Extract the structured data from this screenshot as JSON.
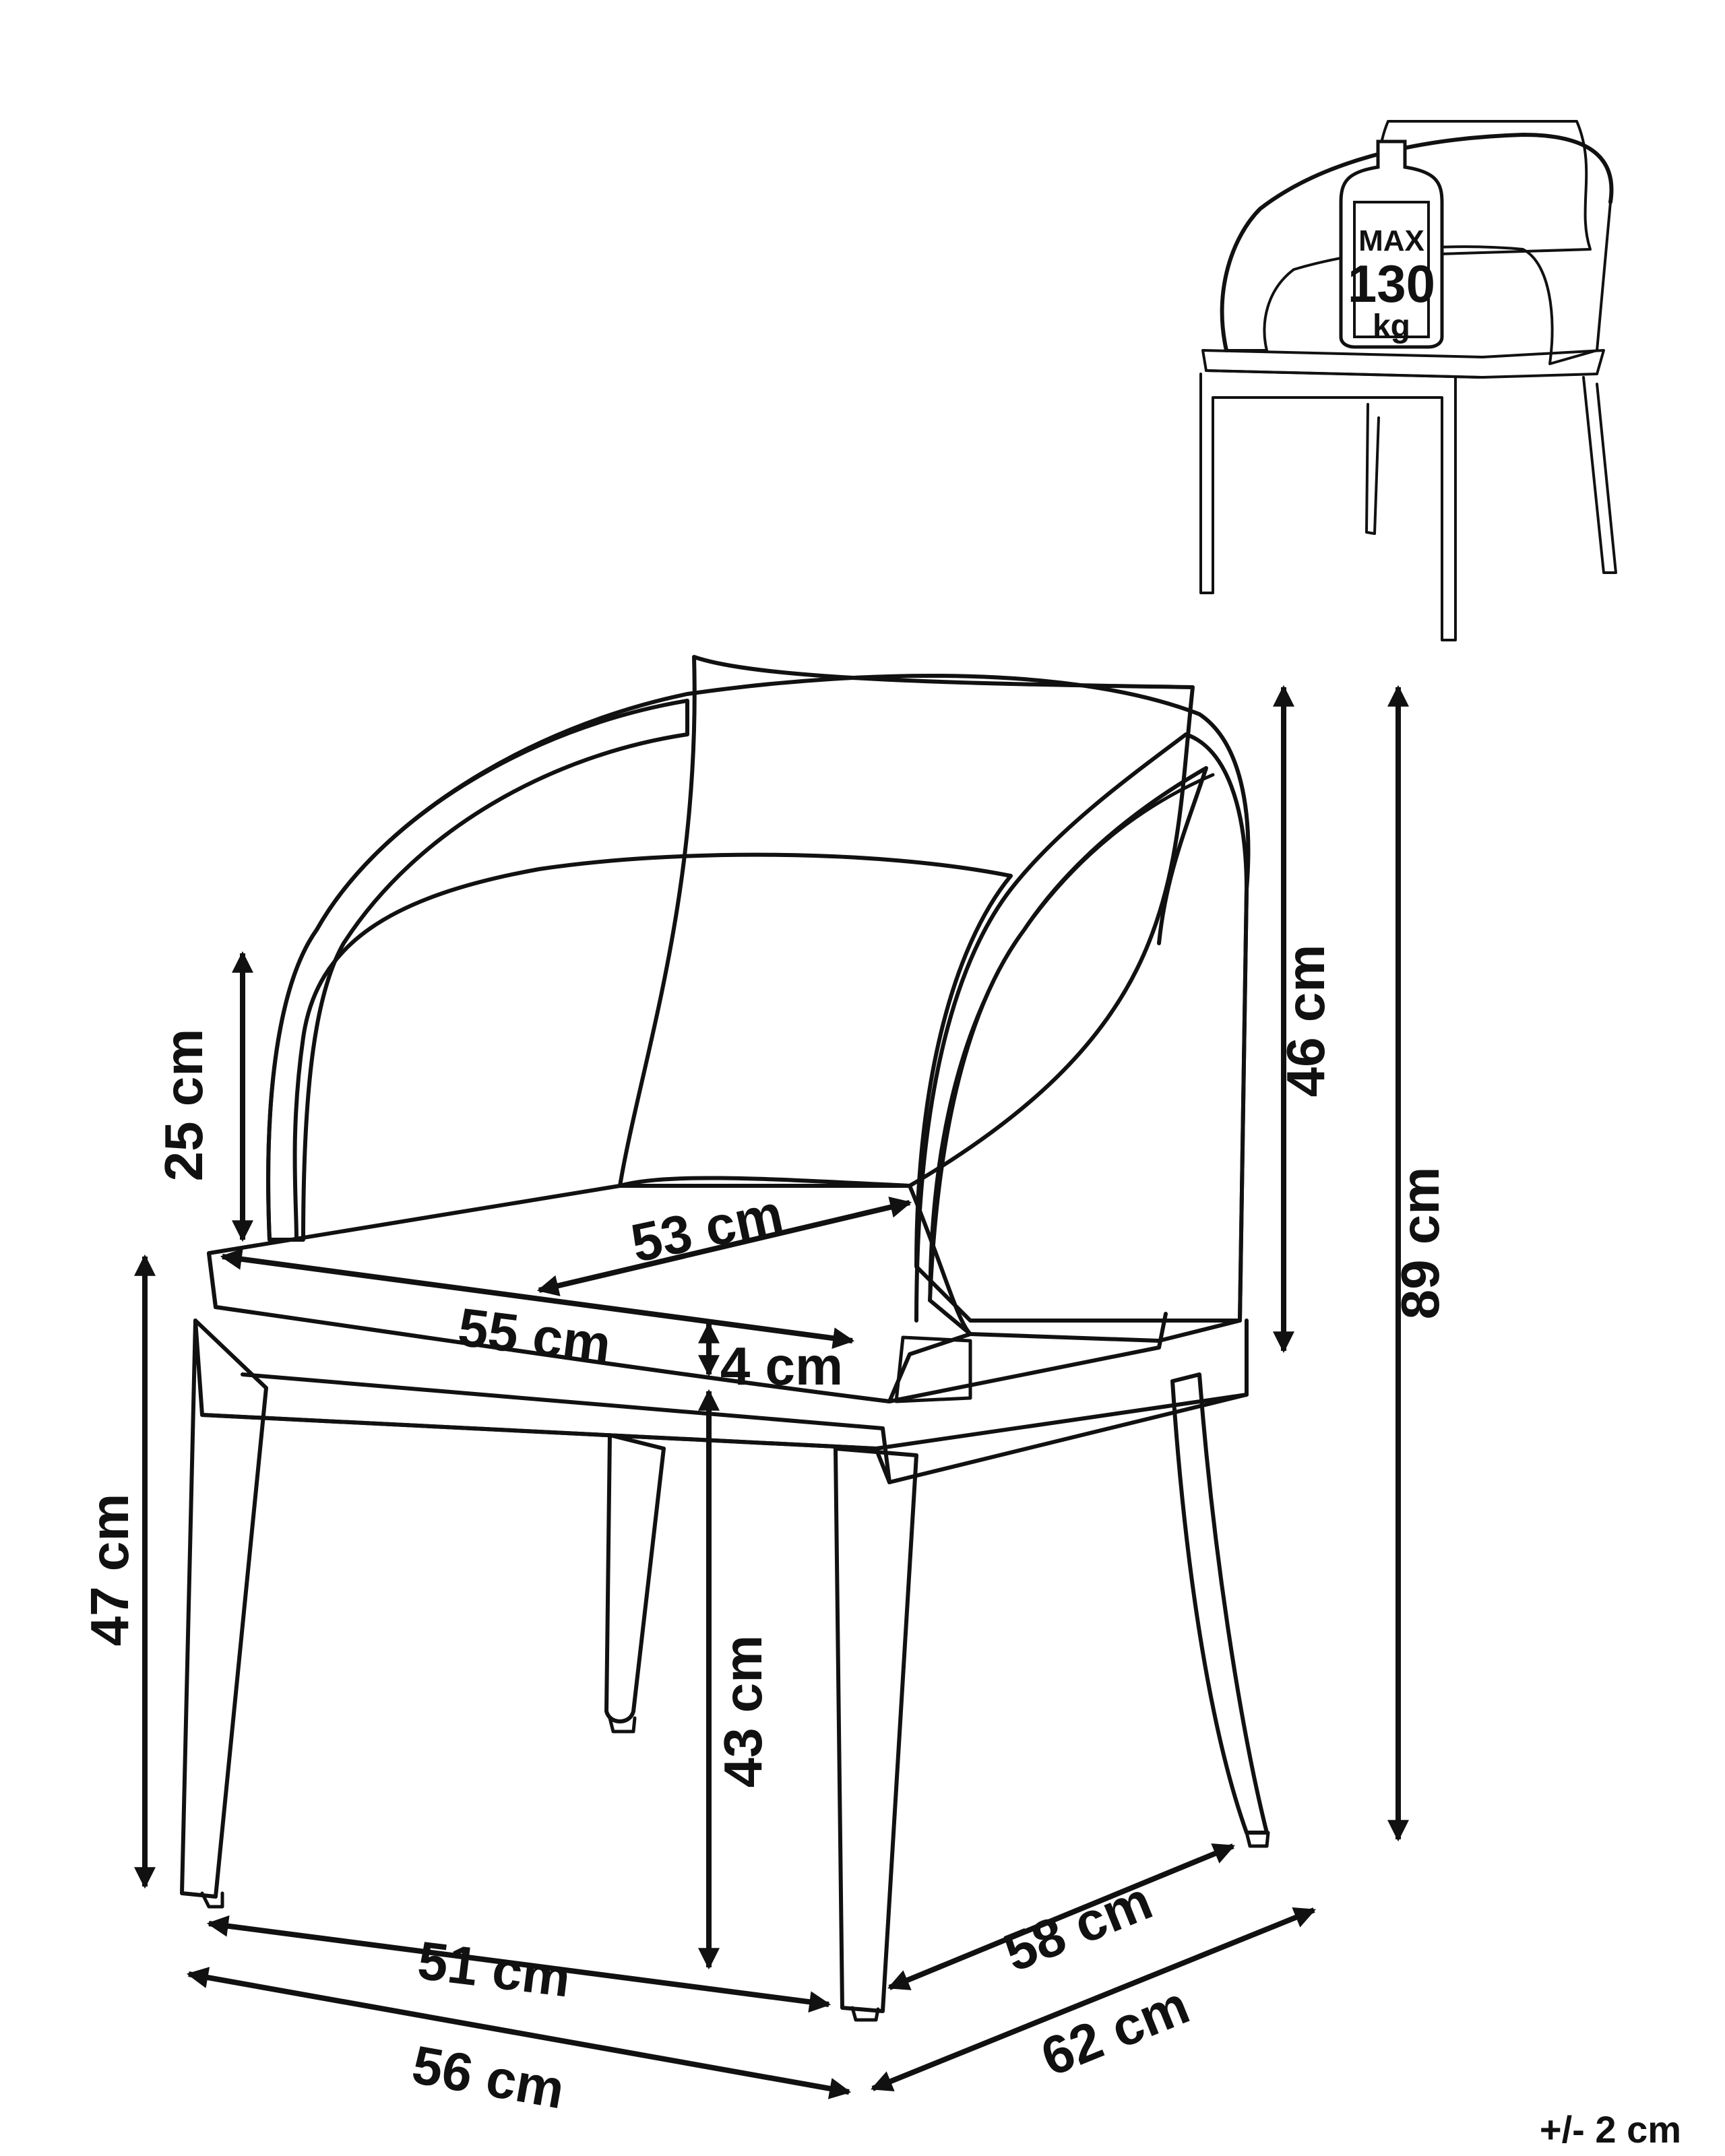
{
  "thumbnail": {
    "icon": "weight-icon",
    "max_label": "MAX",
    "value": "130",
    "unit": "kg"
  },
  "dimensions": {
    "armrest_height": "25 cm",
    "backrest_height": "46 cm",
    "total_height": "89 cm",
    "seat_depth": "53 cm",
    "seat_width": "55 cm",
    "cushion_thickness": "4 cm",
    "seat_height": "47 cm",
    "frame_height": "43 cm",
    "frame_width": "51 cm",
    "overall_width": "56 cm",
    "frame_depth": "58 cm",
    "overall_depth": "62 cm"
  },
  "tolerance": "+/- 2 cm",
  "colors": {
    "line": "#111111",
    "background": "#ffffff"
  }
}
